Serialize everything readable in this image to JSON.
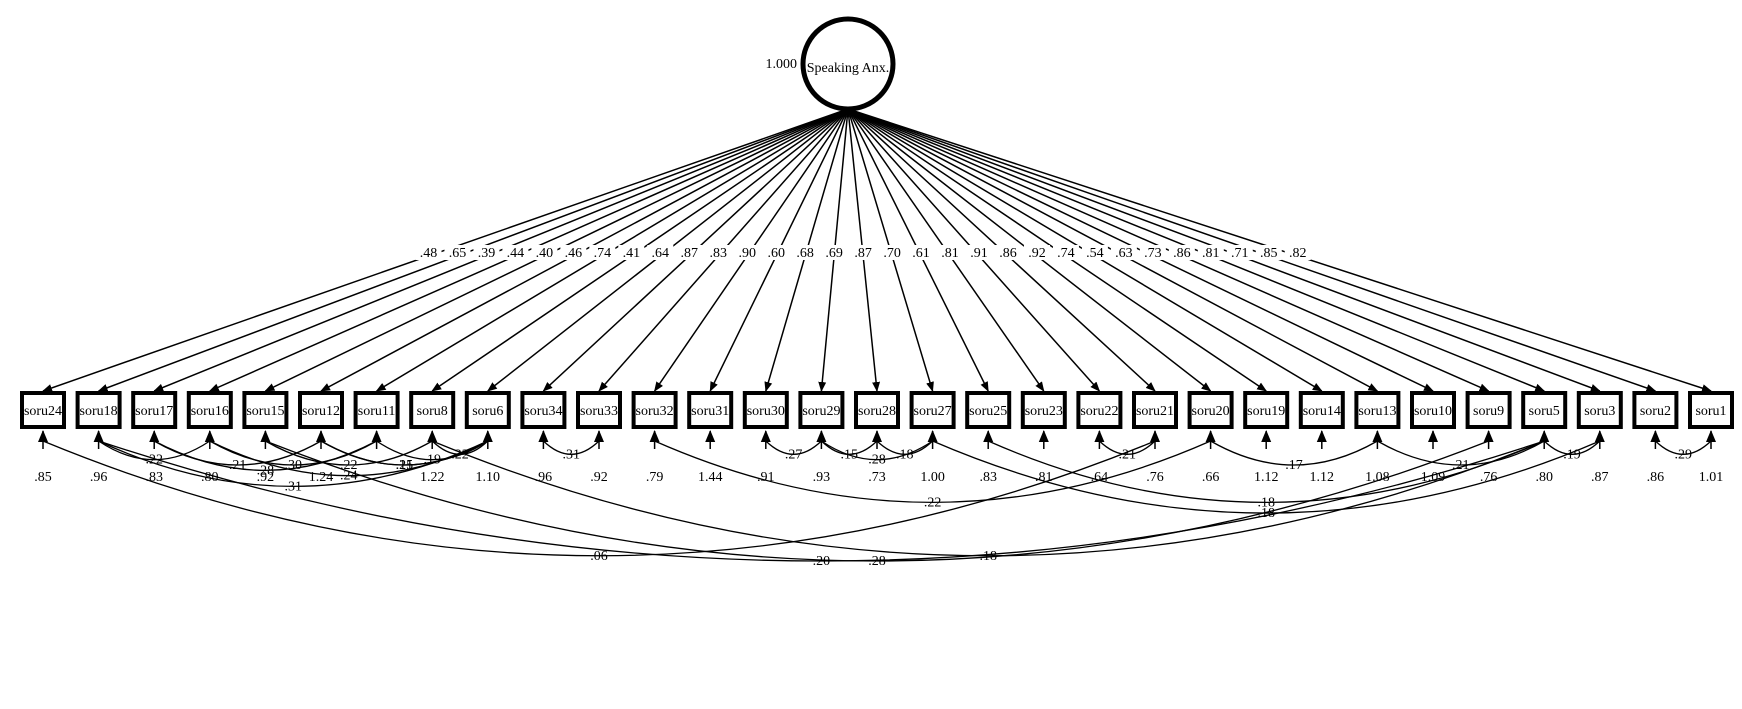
{
  "latent": {
    "name": "Speaking Anx.",
    "variance": "1.000"
  },
  "indicators": [
    {
      "name": "soru24",
      "loading": ".48",
      "error_variance": ".85"
    },
    {
      "name": "soru18",
      "loading": ".65",
      "error_variance": ".96"
    },
    {
      "name": "soru17",
      "loading": ".39",
      "error_variance": ".83"
    },
    {
      "name": "soru16",
      "loading": ".44",
      "error_variance": ".80"
    },
    {
      "name": "soru15",
      "loading": ".40",
      "error_variance": ".92"
    },
    {
      "name": "soru12",
      "loading": ".46",
      "error_variance": "1.24"
    },
    {
      "name": "soru11",
      "loading": ".74",
      "error_variance": ""
    },
    {
      "name": "soru8",
      "loading": ".41",
      "error_variance": "1.22"
    },
    {
      "name": "soru6",
      "loading": ".64",
      "error_variance": "1.10"
    },
    {
      "name": "soru34",
      "loading": ".87",
      "error_variance": ".96"
    },
    {
      "name": "soru33",
      "loading": ".83",
      "error_variance": ".92"
    },
    {
      "name": "soru32",
      "loading": ".90",
      "error_variance": ".79"
    },
    {
      "name": "soru31",
      "loading": ".60",
      "error_variance": "1.44"
    },
    {
      "name": "soru30",
      "loading": ".68",
      "error_variance": ".91"
    },
    {
      "name": "soru29",
      "loading": ".69",
      "error_variance": ".93"
    },
    {
      "name": "soru28",
      "loading": ".87",
      "error_variance": ".73"
    },
    {
      "name": "soru27",
      "loading": ".70",
      "error_variance": "1.00"
    },
    {
      "name": "soru25",
      "loading": ".61",
      "error_variance": ".83"
    },
    {
      "name": "soru23",
      "loading": ".81",
      "error_variance": ".81"
    },
    {
      "name": "soru22",
      "loading": ".91",
      "error_variance": ".64"
    },
    {
      "name": "soru21",
      "loading": ".86",
      "error_variance": ".76"
    },
    {
      "name": "soru20",
      "loading": ".92",
      "error_variance": ".66"
    },
    {
      "name": "soru19",
      "loading": ".74",
      "error_variance": "1.12"
    },
    {
      "name": "soru14",
      "loading": ".54",
      "error_variance": "1.12"
    },
    {
      "name": "soru13",
      "loading": ".63",
      "error_variance": "1.08"
    },
    {
      "name": "soru10",
      "loading": ".73",
      "error_variance": "1.09"
    },
    {
      "name": "soru9",
      "loading": ".86",
      "error_variance": ".76"
    },
    {
      "name": "soru5",
      "loading": ".81",
      "error_variance": ".80"
    },
    {
      "name": "soru3",
      "loading": ".71",
      "error_variance": ".87"
    },
    {
      "name": "soru2",
      "loading": ".85",
      "error_variance": ".86"
    },
    {
      "name": "soru1",
      "loading": ".82",
      "error_variance": "1.01"
    }
  ],
  "covariances": [
    {
      "from": "soru24",
      "to": "soru21",
      "value": ".06"
    },
    {
      "from": "soru18",
      "to": "soru16",
      "value": ".22"
    },
    {
      "from": "soru17",
      "to": "soru12",
      "value": ".21"
    },
    {
      "from": "soru17",
      "to": "soru11",
      "value": ".28"
    },
    {
      "from": "soru16",
      "to": "soru11",
      "value": ".30"
    },
    {
      "from": "soru16",
      "to": "soru6",
      "value": ".24"
    },
    {
      "from": "soru15",
      "to": "soru8",
      "value": ".22"
    },
    {
      "from": "soru12",
      "to": "soru6",
      "value": ".21"
    },
    {
      "from": "soru11",
      "to": "soru6",
      "value": ".19"
    },
    {
      "from": "soru8",
      "to": "soru6",
      "value": ".22"
    },
    {
      "from": "soru18",
      "to": "soru6",
      "value": ".31"
    },
    {
      "from": "soru18",
      "to": "soru5",
      "value": ".20"
    },
    {
      "from": "soru15",
      "to": "soru9",
      "value": ".28"
    },
    {
      "from": "soru8",
      "to": "soru5",
      "value": ".18"
    },
    {
      "from": "soru12",
      "to": "soru6",
      "value": ".15"
    },
    {
      "from": "soru34",
      "to": "soru33",
      "value": ".31"
    },
    {
      "from": "soru32",
      "to": "soru20",
      "value": ".22"
    },
    {
      "from": "soru30",
      "to": "soru29",
      "value": ".27"
    },
    {
      "from": "soru29",
      "to": "soru28",
      "value": ".15"
    },
    {
      "from": "soru29",
      "to": "soru27",
      "value": ".28"
    },
    {
      "from": "soru28",
      "to": "soru27",
      "value": ".18"
    },
    {
      "from": "soru27",
      "to": "soru3",
      "value": ".18"
    },
    {
      "from": "soru25",
      "to": "soru5",
      "value": ".18"
    },
    {
      "from": "soru22",
      "to": "soru21",
      "value": ".21"
    },
    {
      "from": "soru20",
      "to": "soru13",
      "value": ".17"
    },
    {
      "from": "soru13",
      "to": "soru5",
      "value": ".21"
    },
    {
      "from": "soru5",
      "to": "soru3",
      "value": ".19"
    },
    {
      "from": "soru2",
      "to": "soru1",
      "value": ".29"
    }
  ]
}
